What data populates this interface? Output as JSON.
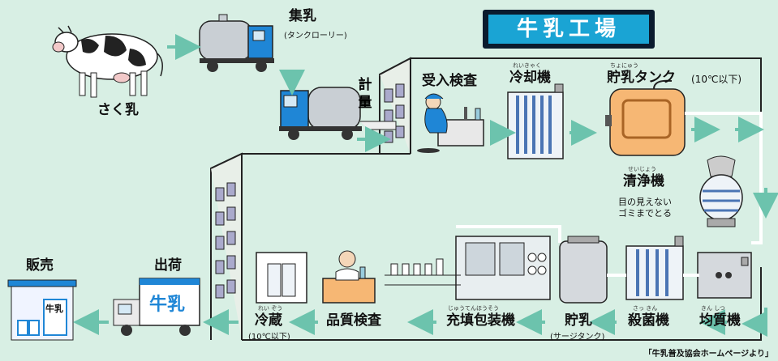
{
  "title": "牛乳工場",
  "credit": "「牛乳普及協会ホームページより」",
  "steps": {
    "milking": "さく乳",
    "collection": "集乳",
    "collection_sub": "(タンクローリー)",
    "weighing": "計量",
    "receiving": "受入検査",
    "cooling": "冷却機",
    "cooling_ruby": "れいきゃく",
    "storage": "貯乳タンク",
    "storage_ruby": "ちょにゅう",
    "storage_sub": "(10℃以下)",
    "cleaning": "清浄機",
    "cleaning_ruby": "せいじょう",
    "cleaning_note1": "目の見えない",
    "cleaning_note2": "ゴミまでとる",
    "homogenizer": "均質機",
    "homogenizer_ruby": "きん しつ",
    "sterilizer": "殺菌機",
    "sterilizer_ruby": "さっ きん",
    "surge": "貯乳",
    "surge_sub": "(サージタンク)",
    "filling": "充填包装機",
    "filling_ruby": "じゅうてんほうそう",
    "quality": "品質検査",
    "cold_storage": "冷蔵",
    "cold_storage_ruby": "れい ぞう",
    "cold_storage_sub": "(10℃以下)",
    "shipping": "出荷",
    "sales": "販売"
  },
  "truck_label": "牛乳",
  "carton_label": "牛乳",
  "colors": {
    "background": "#d8efe4",
    "arrow": "#6cc3ad",
    "title_bg": "#1aa4d4",
    "tank": "#f6b774",
    "truck_cab": "#1f86d6"
  }
}
